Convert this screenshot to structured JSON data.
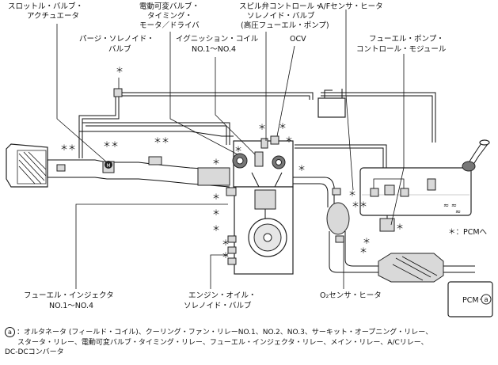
{
  "labels": {
    "throttle_valve_actuator": [
      "スロットル・バルブ・",
      "アクチュエータ"
    ],
    "purge_solenoid_valve": [
      "パージ・ソレノイド・",
      "バルブ"
    ],
    "variable_valve_timing_motor_driver": [
      "電動可変バルブ・",
      "タイミング・",
      "モータ／ドライバ"
    ],
    "ignition_coil": [
      "イグニッション・コイル",
      "NO.1〜NO.4"
    ],
    "spill_valve_control_solenoid": [
      "スピル弁コントロール・",
      "ソレノイド・バルブ",
      "(高圧フューエル・ポンプ)"
    ],
    "ocv": "OCV",
    "af_sensor_heater": "A/Fセンサ・ヒータ",
    "fuel_pump_control_module": [
      "フューエル・ポンプ・",
      "コントロール・モジュール"
    ],
    "fuel_injector": [
      "フューエル・インジェクタ",
      "NO.1〜NO.4"
    ],
    "engine_oil_solenoid_valve": [
      "エンジン・オイル・",
      "ソレノイド・バルブ"
    ],
    "o2_sensor_heater": "O₂センサ・ヒータ",
    "pcm_legend": "＊：PCMへ",
    "pcm_box": "PCM",
    "circle_a": "a",
    "asterisk": "＊",
    "double_asterisk": "＊＊",
    "connector_m": "M"
  },
  "footnote": {
    "symbol": "a",
    "line1": "：オルタネータ (フィールド・コイル)、クーリング・ファン・リレーNO.1、NO.2、NO.3、サーキット・オープニング・リレー、",
    "line2": "スタータ・リレー、電動可変バルブ・タイミング・リレー、フューエル・インジェクタ・リレー、メイン・リレー、A/Cリレー、",
    "line3": "DC-DCコンバータ"
  }
}
